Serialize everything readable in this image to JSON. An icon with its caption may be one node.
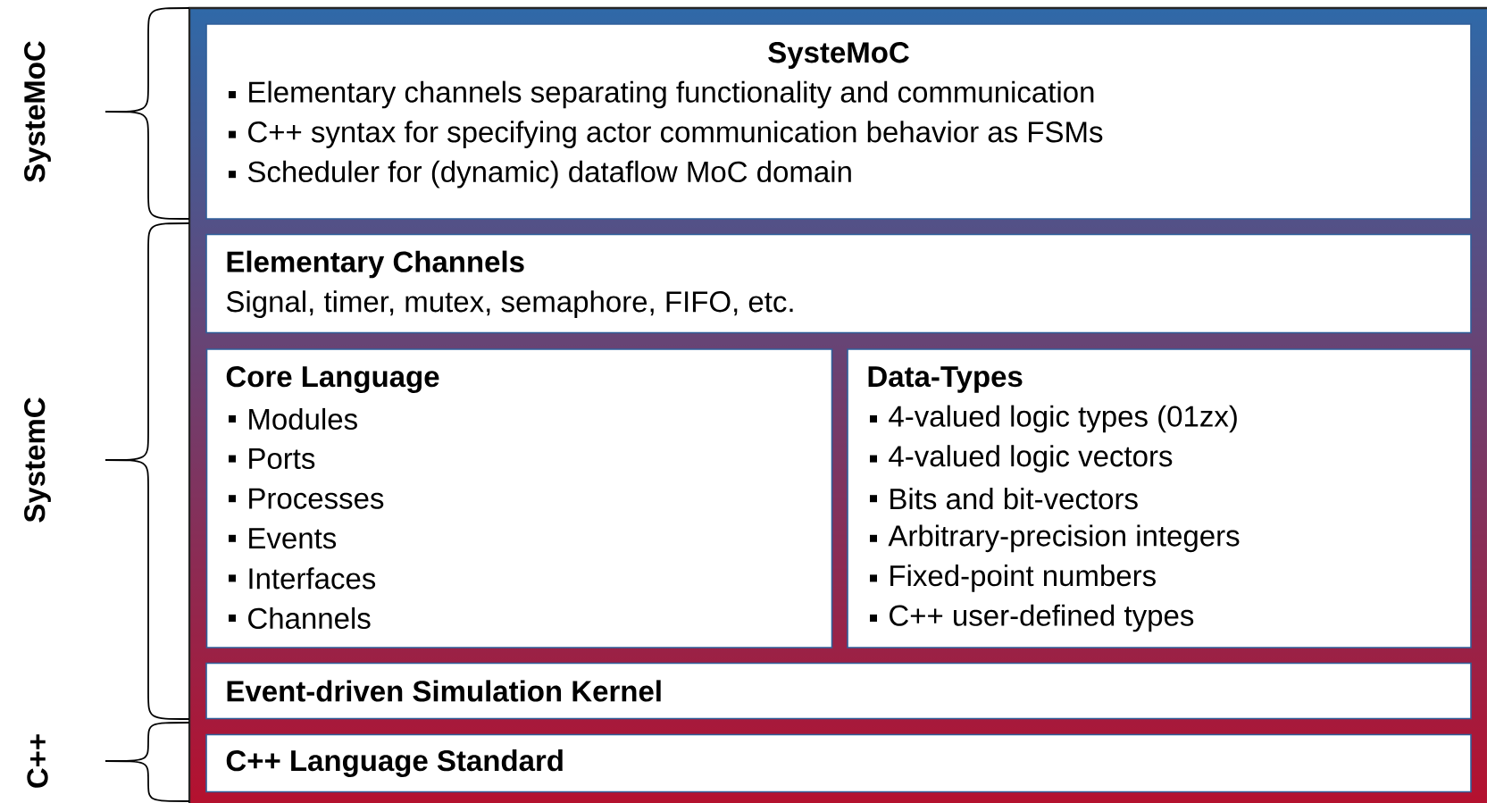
{
  "diagram": {
    "nodes": [
      {
        "text": [
          "SysteMoC",
          "Elementary channels separating functionality and communication",
          "C++ syntax for specifying actor communication behavior as FSMs",
          "Scheduler for (dynamic) dataflow MoC domain"
        ]
      },
      {
        "text": [
          "Elementary Channels",
          "Signal, timer, mutex, semaphore, FIFO, etc."
        ]
      },
      {
        "text": [
          "Core Language",
          "Modules",
          "Ports",
          "Processes",
          "Events",
          "Interfaces",
          "Channels"
        ]
      },
      {
        "text": [
          "Data-Types",
          "4-valued logic types (01zx)",
          "4-valued logic vectors",
          "Bits and bit-vectors",
          "Arbitrary-precision integers",
          "Fixed-point numbers",
          "C++ user-defined types"
        ]
      },
      {
        "text": [
          "Event-driven Simulation Kernel"
        ]
      },
      {
        "text": [
          "C++ Language Standard"
        ]
      }
    ],
    "labels": [
      "SysteMoC",
      "SystemC",
      "C++"
    ]
  }
}
